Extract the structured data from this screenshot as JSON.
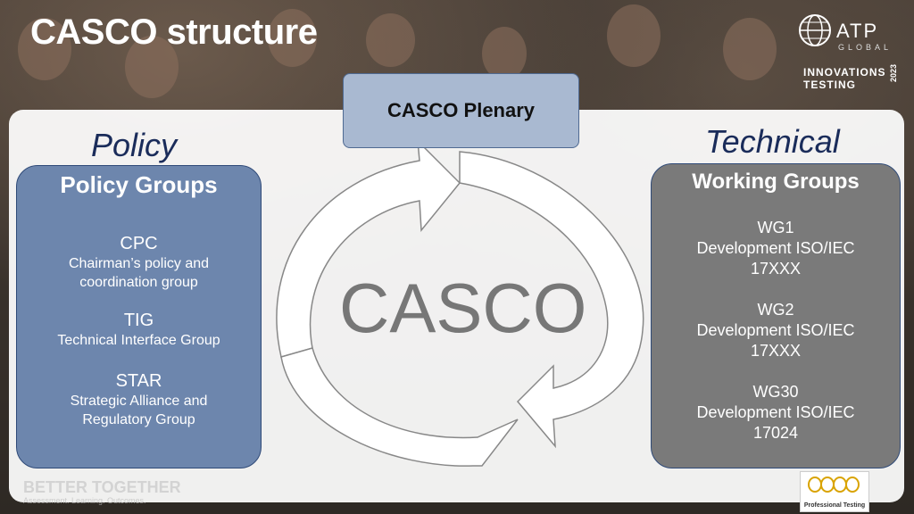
{
  "slide": {
    "title": "CASCO structure"
  },
  "branding": {
    "atp_name": "ATP",
    "atp_sub": "GLOBAL",
    "innovations_line1": "INNOVATIONS",
    "innovations_line2": "TESTING",
    "innovations_year": "2023",
    "footer_line1": "BETTER TOGETHER",
    "footer_line2": "Assessment. Learning. Outcomes.",
    "pt_label": "Professional Testing"
  },
  "diagram": {
    "top_node": "CASCO Plenary",
    "center_label": "CASCO",
    "policy": {
      "heading": "Policy",
      "box_title": "Policy Groups",
      "items": [
        {
          "code": "CPC",
          "desc_line1": "Chairman’s policy and",
          "desc_line2": "coordination group"
        },
        {
          "code": "TIG",
          "desc_line1": "Technical Interface Group",
          "desc_line2": ""
        },
        {
          "code": "STAR",
          "desc_line1": "Strategic Alliance and",
          "desc_line2": "Regulatory Group"
        }
      ]
    },
    "technical": {
      "heading": "Technical",
      "box_title": "Working Groups",
      "items": [
        {
          "code": "WG1",
          "line1": "Development ISO/IEC",
          "line2": "17XXX"
        },
        {
          "code": "WG2",
          "line1": "Development ISO/IEC",
          "line2": "17XXX"
        },
        {
          "code": "WG30",
          "line1": "Development ISO/IEC",
          "line2": "17024"
        }
      ]
    }
  },
  "colors": {
    "policy_box": "#6d86ad",
    "working_box": "#7a7a7a",
    "plenary_box": "#a9b9d1",
    "heading_text": "#1a2c5a"
  }
}
